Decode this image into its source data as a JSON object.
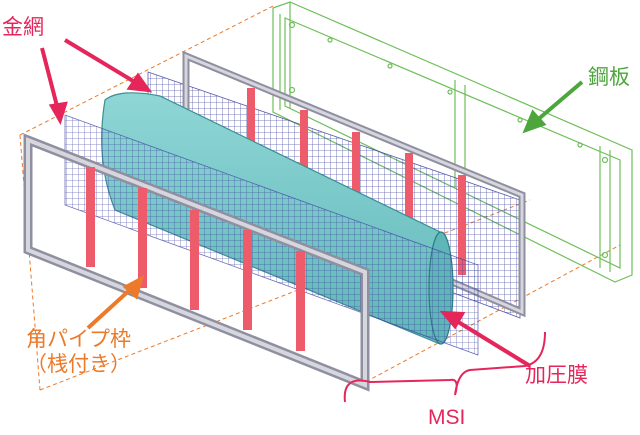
{
  "labels": {
    "wire_mesh": "金網",
    "steel_plate": "鋼板",
    "frame_line1": "角パイプ枠",
    "frame_line2": "（桟付き）",
    "membrane": "加圧膜",
    "msi": "MSI"
  },
  "colors": {
    "callout_red": "#e5265b",
    "steel_green": "#4da63c",
    "frame_orange": "#ec7a2a",
    "mesh_blue": "#3b3f9e",
    "membrane_teal": "#73c6c6",
    "bar_red": "#ee5b6b",
    "frame_gray": "#b8b8b8"
  }
}
